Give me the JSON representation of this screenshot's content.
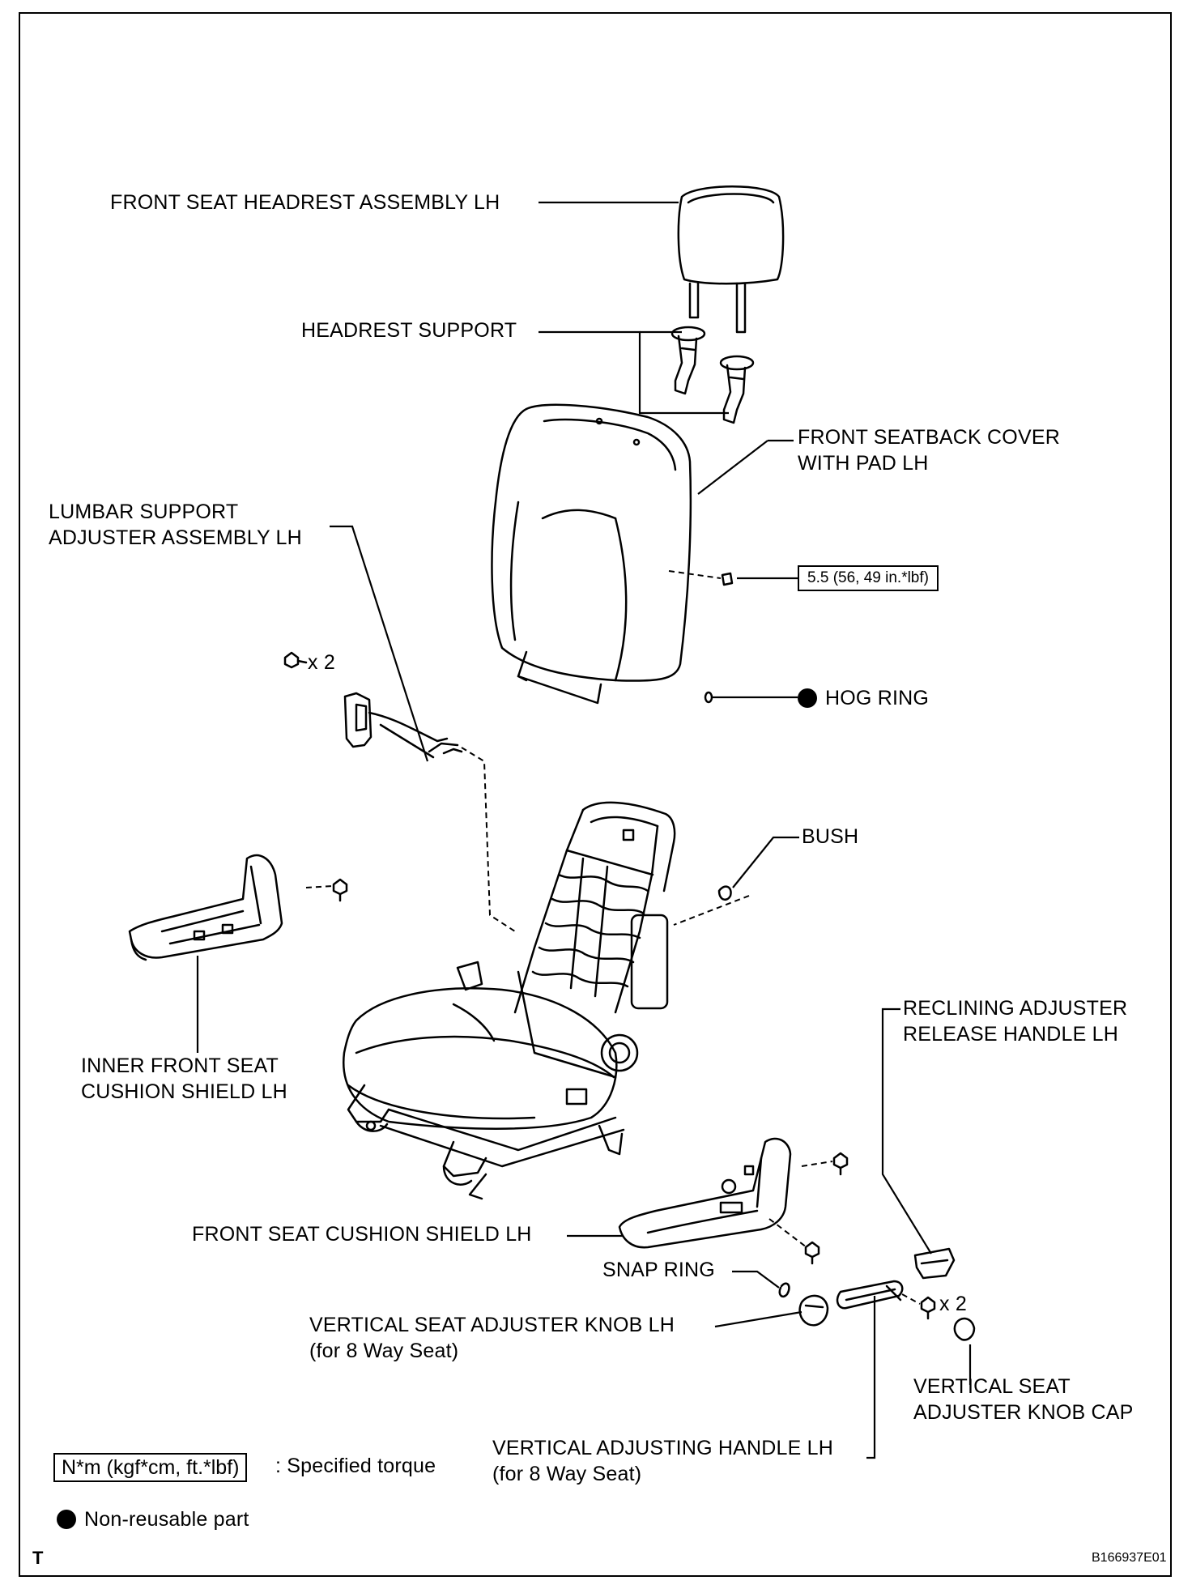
{
  "labels": {
    "headrest_assembly": "FRONT SEAT HEADREST ASSEMBLY LH",
    "headrest_support": "HEADREST SUPPORT",
    "seatback_cover_l1": "FRONT SEATBACK COVER",
    "seatback_cover_l2": "WITH PAD LH",
    "lumbar_l1": "LUMBAR SUPPORT",
    "lumbar_l2": "ADJUSTER ASSEMBLY LH",
    "hog_ring": "HOG RING",
    "bush": "BUSH",
    "inner_shield_l1": "INNER FRONT SEAT",
    "inner_shield_l2": "CUSHION SHIELD LH",
    "reclining_l1": "RECLINING ADJUSTER",
    "reclining_l2": "RELEASE HANDLE LH",
    "cushion_shield": "FRONT SEAT CUSHION SHIELD LH",
    "snap_ring": "SNAP RING",
    "vert_knob_l1": "VERTICAL SEAT ADJUSTER KNOB LH",
    "vert_knob_l2": "(for 8 Way Seat)",
    "knob_cap_l1": "VERTICAL SEAT",
    "knob_cap_l2": "ADJUSTER KNOB CAP",
    "vert_handle_l1": "VERTICAL ADJUSTING HANDLE LH",
    "vert_handle_l2": "(for 8 Way Seat)",
    "qty_lumbar": "x 2",
    "qty_handle": "x 2"
  },
  "torque_value": "5.5 (56, 49 in.*lbf)",
  "legend": {
    "torque_units": "N*m (kgf*cm, ft.*lbf)",
    "torque_text": ": Specified torque",
    "nonreusable_text": "Non-reusable part"
  },
  "footer": {
    "left_mark": "T",
    "figure_id": "B166937E01"
  }
}
